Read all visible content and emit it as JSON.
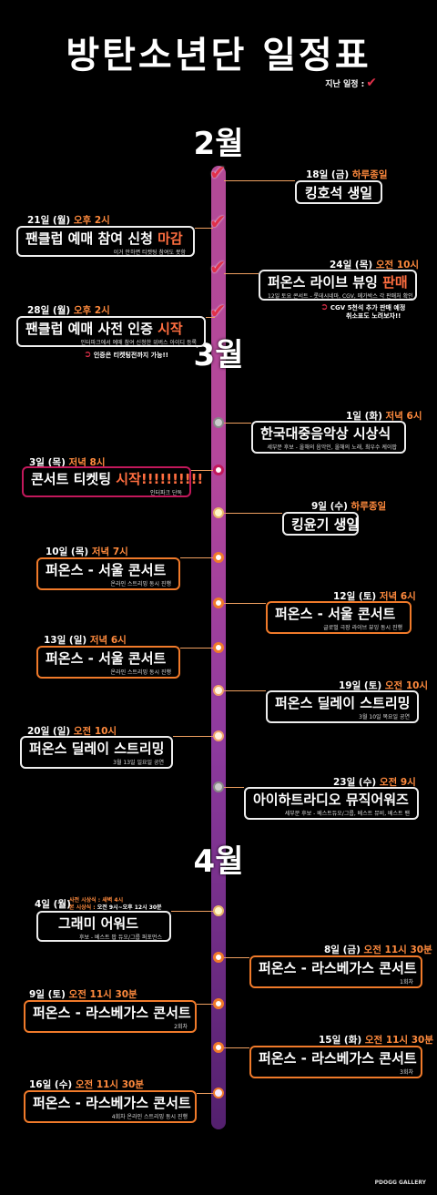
{
  "title": "방탄소년단 일정표",
  "legend": "지난 일정 :",
  "months": [
    "2월",
    "3월",
    "4월"
  ],
  "events": {
    "e1": {
      "day": "18일 (금)",
      "time": "하루종일",
      "title": "킹호석 생일",
      "sub": ""
    },
    "e2": {
      "day": "21일 (월)",
      "time": "오후 2시",
      "title": "팬클럽 예매 참여 신청",
      "hl": "마감",
      "sub": "이거 안하면 티켓팅 참여도 못함"
    },
    "e3": {
      "day": "24일 (목)",
      "time": "오전 10시",
      "title": "퍼온스 라이브 뷰잉",
      "hl": "판매",
      "sub": "12일 토요 콘서트 - 롯데시네마, CGV, 메가박스 각 판매처 확인",
      "note": "CGV 5천석 추가 판매 예정",
      "note2": "취소표도 노려보자!!"
    },
    "e4": {
      "day": "28일 (월)",
      "time": "오후 2시",
      "title": "팬클럽 예매 사전 인증",
      "hl": "시작",
      "sub": "인터파크에서 예매 참여 신청한 위버스 아이디 등록",
      "note": "인증은 티켓팅전까지 가능!!"
    },
    "e5": {
      "day": "1일 (화)",
      "time": "저녁 6시",
      "title": "한국대중음악상 시상식",
      "sub": "세부문 후보 - 올해의 음악인, 올해의 노래, 최우수 케이팝"
    },
    "e6": {
      "day": "3일 (목)",
      "time": "저녁 8시",
      "title": "콘서트 티켓팅",
      "hl": "시작!!!!!!!!!!",
      "sub": "인터파크 단독"
    },
    "e7": {
      "day": "9일 (수)",
      "time": "하루종일",
      "title": "킹윤기 생일",
      "sub": ""
    },
    "e8": {
      "day": "10일 (목)",
      "time": "저녁 7시",
      "title": "퍼온스 - 서울 콘서트",
      "sub": "온라인 스트리밍 동시 진행"
    },
    "e9": {
      "day": "12일 (토)",
      "time": "저녁 6시",
      "title": "퍼온스 - 서울 콘서트",
      "sub": "글로벌 극장 라이브 뷰잉 동시 진행"
    },
    "e10": {
      "day": "13일 (일)",
      "time": "저녁 6시",
      "title": "퍼온스 - 서울 콘서트",
      "sub": "온라인 스트리밍 동시 진행"
    },
    "e11": {
      "day": "19일 (토)",
      "time": "오전 10시",
      "title": "퍼온스 딜레이 스트리밍",
      "sub": "3월 10일 목요일 공연"
    },
    "e12": {
      "day": "20일 (일)",
      "time": "오전 10시",
      "title": "퍼온스 딜레이 스트리밍",
      "sub": "3월 13일 일요일 공연"
    },
    "e13": {
      "day": "23일 (수)",
      "time": "오전 9시",
      "title": "아이하트라디오 뮤직어워즈",
      "sub": "세부문 후보 - 베스트듀오/그룹, 베스트 뮤비, 베스트 팬"
    },
    "e14": {
      "day": "4일 (월)",
      "time": "",
      "t1": "사전 시상식 : 새벽 4시",
      "t2": "본 시상식 :",
      "t2b": "오전 9시~오후 12시 30분",
      "title": "그래미 어워드",
      "sub": "후보 - 베스트 팝 듀오/그룹 퍼포먼스"
    },
    "e15": {
      "day": "8일 (금)",
      "time": "오전 11시 30분",
      "title": "퍼온스 - 라스베가스 콘서트",
      "sub": "1회차"
    },
    "e16": {
      "day": "9일 (토)",
      "time": "오전 11시 30분",
      "title": "퍼온스 - 라스베가스 콘서트",
      "sub": "2회차"
    },
    "e17": {
      "day": "15일 (화)",
      "time": "오전 11시 30분",
      "title": "퍼온스 - 라스베가스 콘서트",
      "sub": "3회차"
    },
    "e18": {
      "day": "16일 (수)",
      "time": "오전 11시 30분",
      "title": "퍼온스 - 라스베가스 콘서트",
      "sub": "4회차 온라인 스트리밍 동시 진행"
    }
  },
  "credit": "PDOGG GALLERY",
  "colors": {
    "accent": "#ff8a3d",
    "check": "#e0304a",
    "card_border": "#f07a2a"
  }
}
